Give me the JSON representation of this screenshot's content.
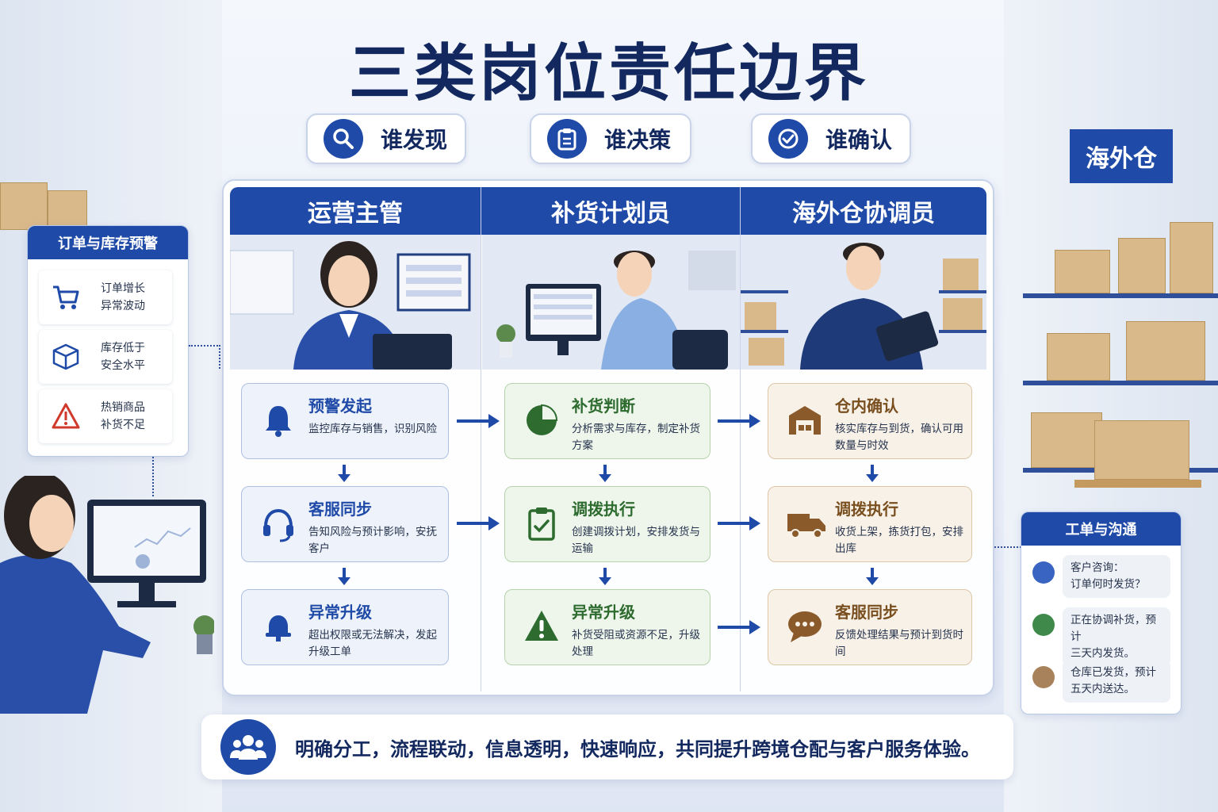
{
  "title": "三类岗位责任边界",
  "pills": [
    {
      "label": "谁发现",
      "icon": "search-icon"
    },
    {
      "label": "谁决策",
      "icon": "clipboard-icon"
    },
    {
      "label": "谁确认",
      "icon": "check-circle-icon"
    }
  ],
  "columns": [
    {
      "header": "运营主管",
      "cards": [
        {
          "title": "预警发起",
          "desc": "监控库存与销售，识别风险",
          "icon": "bell-icon"
        },
        {
          "title": "客服同步",
          "desc": "告知风险与预计影响，安抚客户",
          "icon": "headset-icon"
        },
        {
          "title": "异常升级",
          "desc": "超出权限或无法解决，发起升级工单",
          "icon": "alarm-icon"
        }
      ]
    },
    {
      "header": "补货计划员",
      "cards": [
        {
          "title": "补货判断",
          "desc": "分析需求与库存，制定补货方案",
          "icon": "pie-chart-icon"
        },
        {
          "title": "调拨执行",
          "desc": "创建调拨计划，安排发货与运输",
          "icon": "checklist-icon"
        },
        {
          "title": "异常升级",
          "desc": "补货受阻或资源不足，升级处理",
          "icon": "warning-icon"
        }
      ]
    },
    {
      "header": "海外仓协调员",
      "cards": [
        {
          "title": "仓内确认",
          "desc": "核实库存与到货，确认可用数量与时效",
          "icon": "warehouse-icon"
        },
        {
          "title": "调拨执行",
          "desc": "收货上架，拣货打包，安排出库",
          "icon": "truck-icon"
        },
        {
          "title": "客服同步",
          "desc": "反馈处理结果与预计到货时间",
          "icon": "chat-icon"
        }
      ]
    }
  ],
  "alert_panel": {
    "title": "订单与库存预警",
    "items": [
      {
        "text1": "订单增长",
        "text2": "异常波动",
        "icon": "cart-icon"
      },
      {
        "text1": "库存低于",
        "text2": "安全水平",
        "icon": "box-icon"
      },
      {
        "text1": "热销商品",
        "text2": "补货不足",
        "icon": "warning-icon"
      }
    ]
  },
  "comm_panel": {
    "title": "工单与沟通",
    "messages": [
      {
        "line1": "客户咨询：",
        "line2": "订单何时发货？",
        "color": "#3a64c2"
      },
      {
        "line1": "正在协调补货，预计",
        "line2": "三天内发货。",
        "color": "#3f8a4a"
      },
      {
        "line1": "仓库已发货，预计",
        "line2": "五天内送达。",
        "color": "#a8825a"
      }
    ]
  },
  "warehouse_sign": "海外仓",
  "footer": "明确分工，流程联动，信息透明，快速响应，共同提升跨境仓配与客户服务体验。",
  "colors": {
    "primary": "#1f4aa8",
    "title": "#12285e",
    "green": "#2d6b2f",
    "tan": "#7a4f1f"
  }
}
